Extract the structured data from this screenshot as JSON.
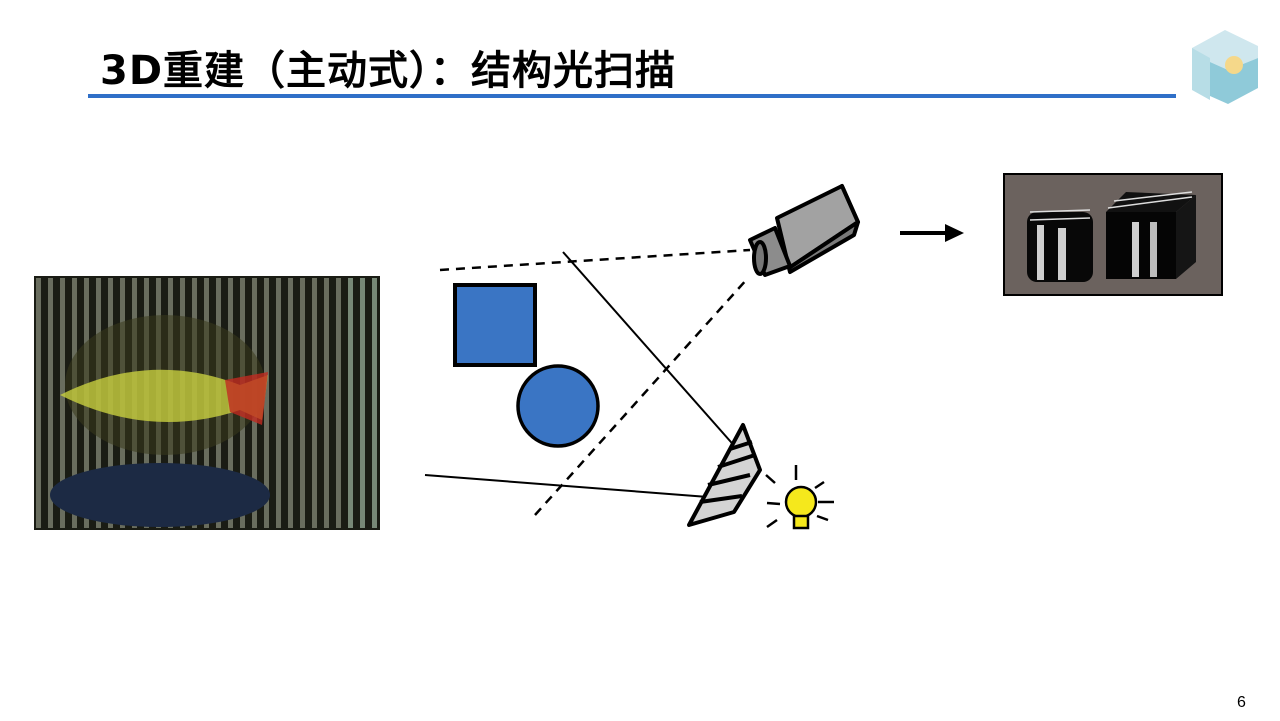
{
  "slide": {
    "title": "3D重建（主动式）：结构光扫描",
    "page_number": "6"
  },
  "colors": {
    "accent_rule": "#2f6fc8",
    "shape_blue": "#3a75c4",
    "bulb_yellow": "#f5e81c",
    "result_bg": "#6b625e"
  },
  "diagram": {
    "icons": [
      "structured-light-photo",
      "camera-icon",
      "arrow-right-icon",
      "scan-result-image",
      "cube-object",
      "sphere-object",
      "projector-icon",
      "light-bulb-icon",
      "logo-icon"
    ]
  }
}
